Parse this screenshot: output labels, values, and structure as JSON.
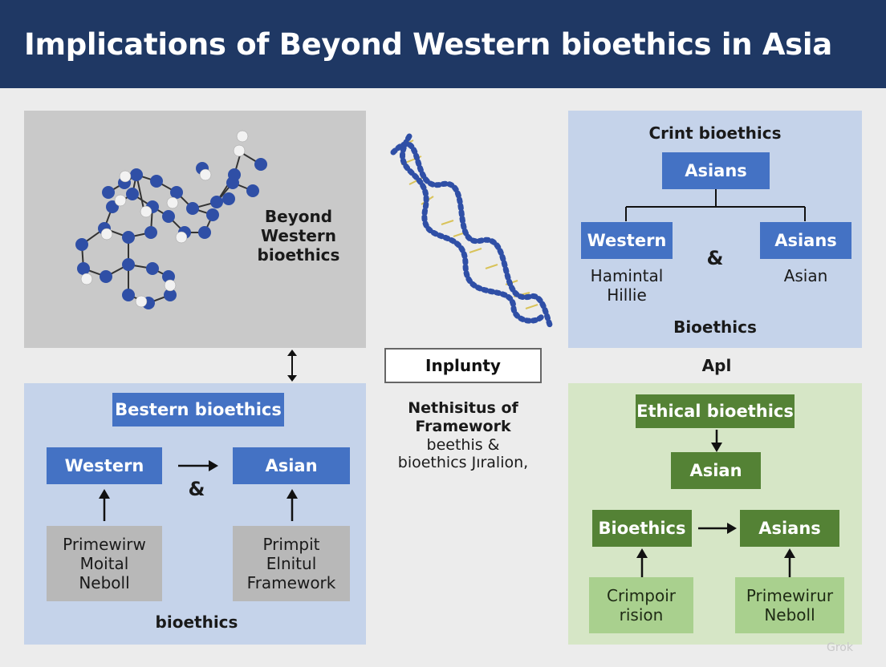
{
  "header": {
    "title": "Implications of Beyond Western bioethics in Asia"
  },
  "top_left": {
    "label_lines": [
      "Beyond",
      "Western",
      "bioethics"
    ]
  },
  "top_right": {
    "title": "Crint bioethics",
    "top_box": "Asians",
    "left_box": "Western",
    "right_box": "Asians",
    "ampersand": "&",
    "left_caption": [
      "Hamintal",
      "Hillie"
    ],
    "right_caption": "Asian",
    "footer": "Bioethics"
  },
  "center": {
    "box_label": "Inplunty",
    "lines": [
      "Nethisitus of",
      "Framework",
      "beethis &",
      "bioethics Jıralion,"
    ],
    "side_label": "Apl"
  },
  "bottom_left": {
    "title_box": "Bestern bioethics",
    "left_box": "Western",
    "right_box": "Asian",
    "ampersand": "&",
    "left_gray": [
      "Primewirw",
      "Moital",
      "Neboll"
    ],
    "right_gray": [
      "Primpit",
      "Elnitul",
      "Framework"
    ],
    "footer": "bioethics"
  },
  "bottom_right": {
    "title_box": "Ethical bioethics",
    "mid_box": "Asian",
    "left_box": "Bioethics",
    "right_box": "Asians",
    "left_light": [
      "Crimpoir",
      "rision"
    ],
    "right_light": [
      "Primewirur",
      "Neboll"
    ]
  },
  "watermark": "Grok",
  "colors": {
    "header": "#1f3864",
    "blue_box": "#4472c4",
    "green_box": "#548235",
    "light_green_box": "#a9d08e"
  }
}
